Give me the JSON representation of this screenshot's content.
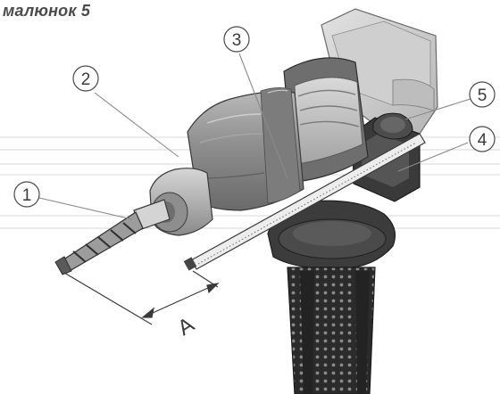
{
  "figure": {
    "title": "малюнок 5"
  },
  "callouts": [
    {
      "number": "1",
      "part": "drill-bit"
    },
    {
      "number": "2",
      "part": "chuck"
    },
    {
      "number": "3",
      "part": "depth-stop-rod"
    },
    {
      "number": "4",
      "part": "depth-stop-holder"
    },
    {
      "number": "5",
      "part": "auxiliary-handle-clamp"
    }
  ],
  "dimension": {
    "label": "A"
  },
  "colors": {
    "text": "#4a4a4a",
    "body_dark": "#5e5e5e",
    "chuck_mid": "#9a9a9a",
    "chuck_light": "#c4c4c4",
    "housing": "#d2d2d2",
    "handle": "#2e2e2e"
  }
}
